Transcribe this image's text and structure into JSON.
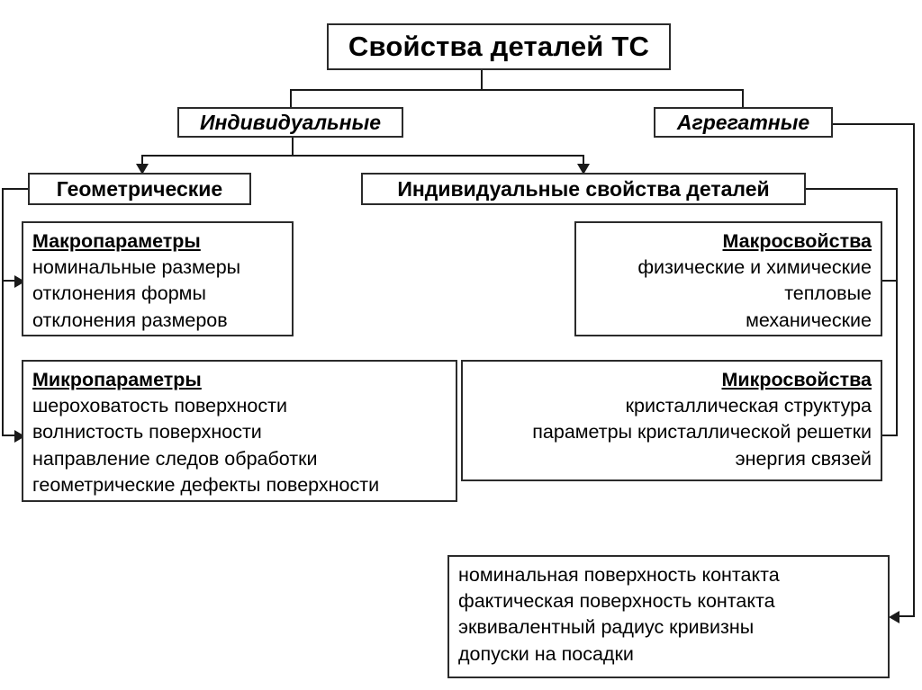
{
  "diagram": {
    "title": "Свойства деталей ТС",
    "level2": {
      "individual": "Индивидуальные",
      "aggregate": "Агрегатные"
    },
    "level3": {
      "geometric": "Геометрические",
      "individual_props": "Индивидуальные свойства деталей"
    },
    "macro_params": {
      "header": "Макропараметры",
      "items": [
        "номинальные размеры",
        "отклонения формы",
        "отклонения размеров"
      ]
    },
    "macro_props": {
      "header": "Макросвойства",
      "items": [
        "физические и химические",
        "тепловые",
        "механические"
      ]
    },
    "micro_params": {
      "header": "Микропараметры",
      "items": [
        "шероховатость поверхности",
        "волнистость поверхности",
        "направление следов обработки",
        "геометрические дефекты поверхности"
      ]
    },
    "micro_props": {
      "header": "Микросвойства ",
      "items": [
        "кристаллическая структура",
        "параметры кристаллической решетки",
        "энергия связей"
      ]
    },
    "contact_props": {
      "items": [
        "номинальная поверхность контакта",
        "фактическая поверхность контакта",
        "эквивалентный радиус кривизны",
        "допуски на посадки"
      ]
    },
    "colors": {
      "line": "#1a1a1a",
      "border": "#2b2b2b",
      "background": "#ffffff",
      "text": "#000000"
    }
  }
}
